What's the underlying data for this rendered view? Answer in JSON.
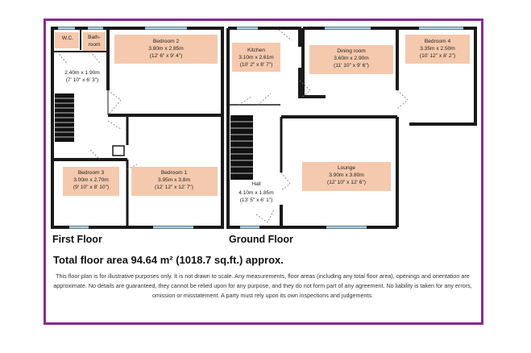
{
  "floors": {
    "first": {
      "label": "First Floor",
      "rooms": [
        {
          "name": "W.C.",
          "dims": "",
          "imperial": ""
        },
        {
          "name": "Bath-",
          "dims": "room",
          "imperial": ""
        },
        {
          "name": "Bedroom 2",
          "dims": "3.80m x 2.85m",
          "imperial": "(12' 6\" x 9' 4\")"
        },
        {
          "name": "",
          "dims": "2.40m x 1.90m",
          "imperial": "(7' 10\" x 6' 3\")"
        },
        {
          "name": "Bedroom 3",
          "dims": "3.00m x 2.70m",
          "imperial": "(9' 10\" x 8' 10\")"
        },
        {
          "name": "Bedroom 1",
          "dims": "3.95m x 3.8m",
          "imperial": "(12' 12\" x 12' 7\")"
        }
      ]
    },
    "ground": {
      "label": "Ground Floor",
      "rooms": [
        {
          "name": "Kitchen",
          "dims": "3.10m x 2.61m",
          "imperial": "(10' 2\" x 8' 7\")"
        },
        {
          "name": "Dining room",
          "dims": "3.60m x 2.90m",
          "imperial": "(11' 10\" x 9' 6\")"
        },
        {
          "name": "Bedroom 4",
          "dims": "3.35m x 2.50m",
          "imperial": "(10' 12\" x 8' 2\")"
        },
        {
          "name": "Lounge",
          "dims": "3.90m x 3.80m",
          "imperial": "(12' 10\" x 12' 6\")"
        },
        {
          "name": "Hall",
          "dims": "4.10m x 1.85m",
          "imperial": "(13' 5\" x 6' 1\")"
        }
      ]
    }
  },
  "total_area": "Total floor area 94.64 m² (1018.7 sq.ft.) approx.",
  "disclaimer": "This floor plan is for illustrative purposes only. It is not drawn to scale. Any measurements, floor areas (including any total floor area), openings and orientation are approximate. No details are guaranteed, they cannot be relied upon for any purpose, and they do not form part of any agreement. No liability is taken for any errors, omission or misstatement. A party must rely upon its own inspections and judgements.",
  "colors": {
    "border": "#8a2a8f",
    "label_fill": "#f5c9ad",
    "wall": "#1a1a1a",
    "window": "#a9d4ea"
  }
}
